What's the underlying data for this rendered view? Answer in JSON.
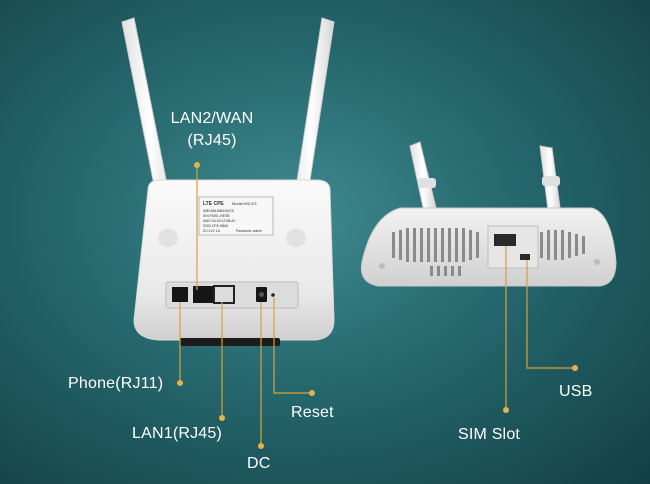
{
  "colors": {
    "background": "#25676d",
    "device_body": "#eeeeee",
    "callout_line": "#d6a23a",
    "callout_dot": "#e6b24a",
    "label_text": "#ffffff"
  },
  "sticker": {
    "brand": "LTE CPE",
    "model": "Model:WZ-E3",
    "line1": "IMEI:861268043478",
    "line2": "S/N:F300L-RESB",
    "line3": "MAC:D4:03:12:5B:A0",
    "line4": "SSID:CPE-5BA0",
    "line5": "DC:12V 1A",
    "line6": "Password: admin"
  },
  "labels": {
    "lan2_wan_line1": "LAN2/WAN",
    "lan2_wan_line2": "(RJ45)",
    "phone": "Phone(RJ11)",
    "lan1": "LAN1(RJ45)",
    "dc": "DC",
    "reset": "Reset",
    "sim_slot": "SIM Slot",
    "usb": "USB"
  }
}
